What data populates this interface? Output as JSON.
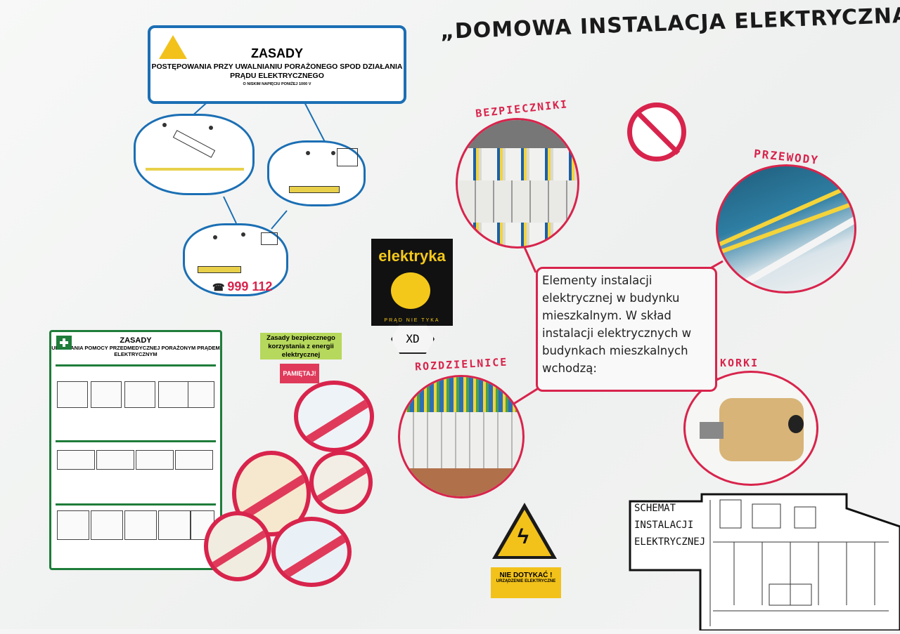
{
  "title": "„DOMOWA INSTALACJA ELEKTRYCZNA\"",
  "rules_card": {
    "heading": "ZASADY",
    "subheading": "POSTĘPOWANIA PRZY UWALNIANIU PORAŻONEGO SPOD DZIAŁANIA PRĄDU ELEKTRYCZNEGO",
    "note": "O NISKIM NAPIĘCIU PONIŻEJ 1000 V"
  },
  "emergency_numbers": "999 112",
  "first_aid_card": {
    "heading": "ZASADY",
    "subheading": "UDZIELANIA POMOCY PRZEDMEDYCZNEJ PORAŻONYM PRĄDEM ELEKTRYCZNYM"
  },
  "safety_tags": {
    "green": "Zasady bezpiecznego korzystania z energii elektrycznej",
    "red": "PAMIĘTAJ!"
  },
  "brand": {
    "name": "elektryka",
    "claim": "PRĄD NIE TYKA",
    "xd": "XD"
  },
  "center_text": "Elementy instalacji elektrycznej w budynku mieszkalnym. W skład instalacji elektrycznych w budynkach mieszkalnych wchodzą:",
  "labels": {
    "fuses": "BEZPIECZNIKI",
    "wires": "PRZEWODY",
    "switchboards": "ROZDZIELNICE",
    "plugs": "KORKI"
  },
  "warning_sign": {
    "line1": "NIE DOTYKAĆ !",
    "line2": "URZĄDZENIE ELEKTRYCZNE"
  },
  "schematic_label": "SCHEMAT INSTALACJI ELEKTRYCZNEJ",
  "colors": {
    "accent_red": "#d8244c",
    "accent_blue": "#1b6fb4",
    "first_aid_green": "#1e7d3a",
    "warning_yellow": "#f2c21b"
  }
}
